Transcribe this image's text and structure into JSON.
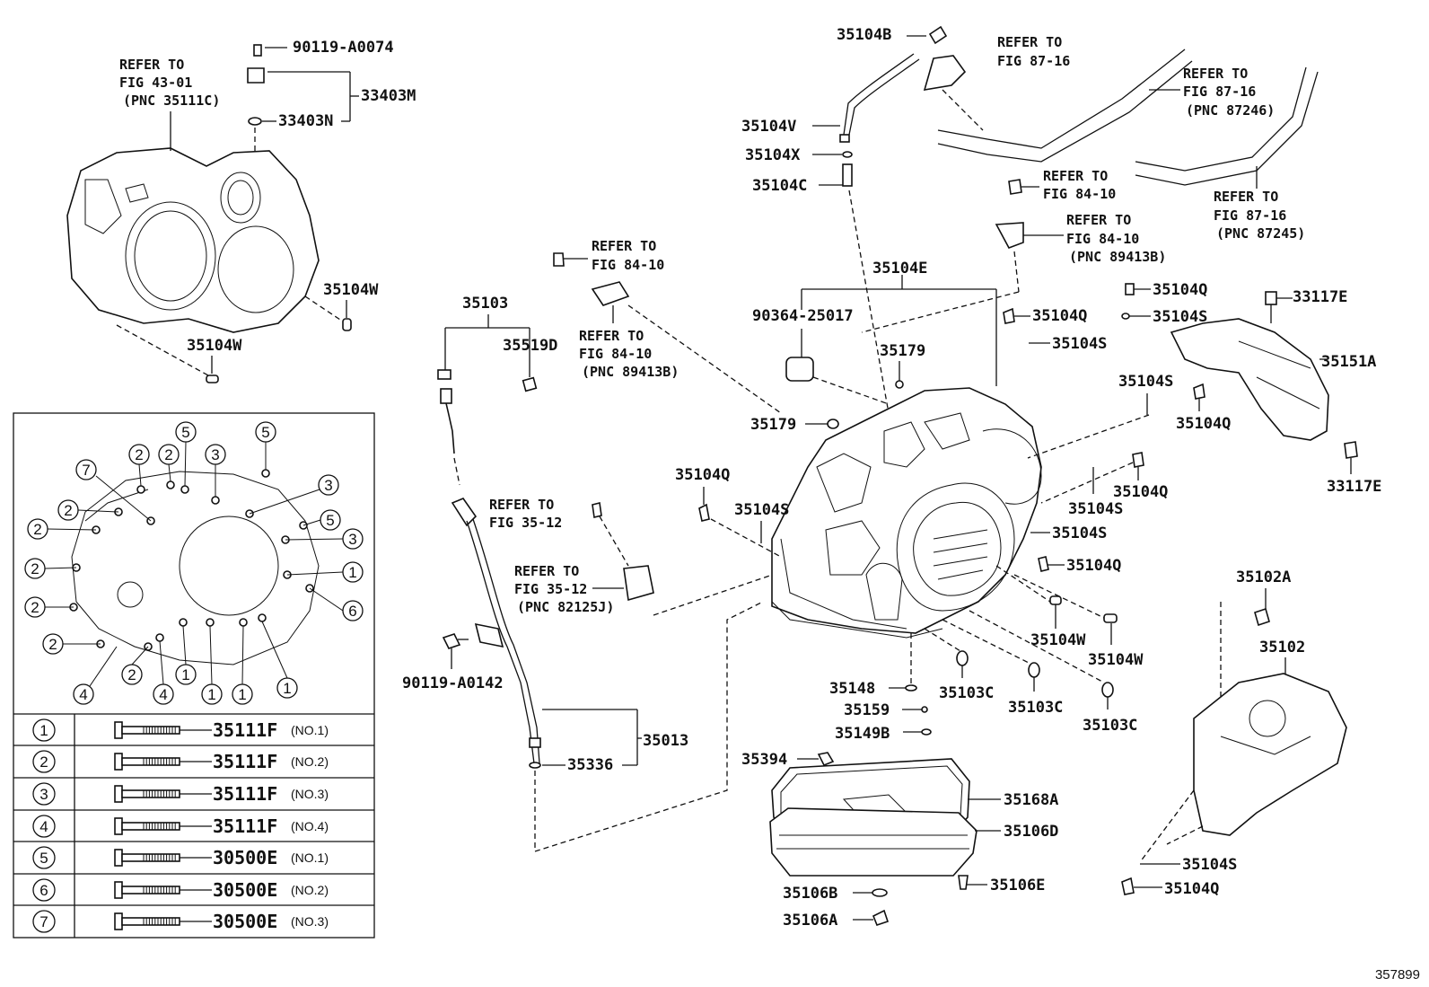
{
  "diagram_id": "357899",
  "callouts": {
    "c90119a0074": "90119-A0074",
    "c33403m": "33403M",
    "c33403n": "33403N",
    "c35104w_a": "35104W",
    "c35104w_b": "35104W",
    "c35104b": "35104B",
    "c35104v": "35104V",
    "c35104x": "35104X",
    "c35104c": "35104C",
    "c35104e": "35104E",
    "c90364": "90364-25017",
    "c35179_a": "35179",
    "c35179_b": "35179",
    "c35103": "35103",
    "c35519d": "35519D",
    "c35104q_1": "35104Q",
    "c35104q_2": "35104Q",
    "c35104q_3": "35104Q",
    "c35104q_4": "35104Q",
    "c35104q_5": "35104Q",
    "c35104q_6": "35104Q",
    "c35104q_7": "35104Q",
    "c35104s_1": "35104S",
    "c35104s_2": "35104S",
    "c35104s_3": "35104S",
    "c35104s_4": "35104S",
    "c35104s_5": "35104S",
    "c35104s_6": "35104S",
    "c35104s_7": "35104S",
    "c33117e_a": "33117E",
    "c33117e_b": "33117E",
    "c35151a": "35151A",
    "c35102a": "35102A",
    "c35102": "35102",
    "c35104w_c": "35104W",
    "c35104w_d": "35104W",
    "c35148": "35148",
    "c35159": "35159",
    "c35149b": "35149B",
    "c35103c_a": "35103C",
    "c35103c_b": "35103C",
    "c35103c_c": "35103C",
    "c35394": "35394",
    "c35168a": "35168A",
    "c35106d": "35106D",
    "c35106e": "35106E",
    "c35106b": "35106B",
    "c35106a": "35106A",
    "c90119a0142": "90119-A0142",
    "c35013": "35013",
    "c35336": "35336"
  },
  "refer_notes": {
    "r4301": [
      "REFER TO",
      "FIG 43-01",
      "(PNC 35111C)"
    ],
    "r8716a": [
      "REFER TO",
      "FIG 87-16"
    ],
    "r8716b": [
      "REFER TO",
      "FIG 87-16",
      "(PNC 87246)"
    ],
    "r8716c": [
      "REFER TO",
      "FIG 87-16",
      "(PNC 87245)"
    ],
    "r8410a": [
      "REFER TO",
      "FIG 84-10"
    ],
    "r8410b": [
      "REFER TO",
      "FIG 84-10",
      "(PNC 89413B)"
    ],
    "r8410c": [
      "REFER TO",
      "FIG 84-10"
    ],
    "r8410d": [
      "REFER TO",
      "FIG 84-10",
      "(PNC 89413B)"
    ],
    "r3512a": [
      "REFER TO",
      "FIG 35-12"
    ],
    "r3512b": [
      "REFER TO",
      "FIG 35-12",
      "(PNC 82125J)"
    ]
  },
  "bolt_table": {
    "rows": [
      {
        "idx": "1",
        "part": "35111F",
        "note": "(NO.1)"
      },
      {
        "idx": "2",
        "part": "35111F",
        "note": "(NO.2)"
      },
      {
        "idx": "3",
        "part": "35111F",
        "note": "(NO.3)"
      },
      {
        "idx": "4",
        "part": "35111F",
        "note": "(NO.4)"
      },
      {
        "idx": "5",
        "part": "30500E",
        "note": "(NO.1)"
      },
      {
        "idx": "6",
        "part": "30500E",
        "note": "(NO.2)"
      },
      {
        "idx": "7",
        "part": "30500E",
        "note": "(NO.3)"
      }
    ]
  },
  "bolt_markers": [
    "1",
    "2",
    "3",
    "4",
    "5",
    "6",
    "7"
  ]
}
